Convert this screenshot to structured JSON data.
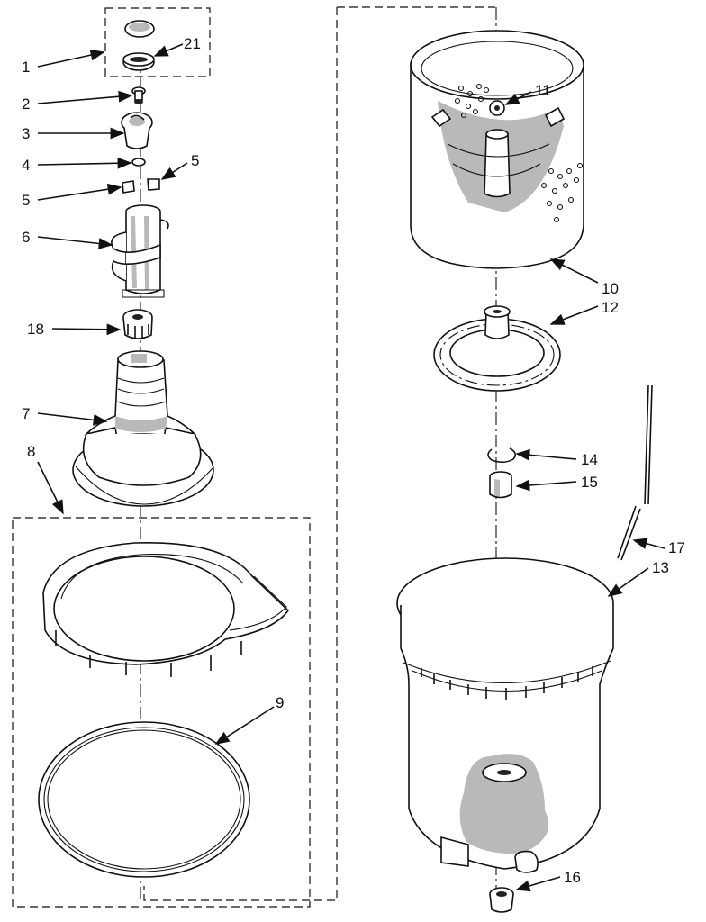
{
  "diagram": {
    "type": "exploded-parts-diagram",
    "callouts": [
      {
        "id": "c1",
        "label": "1"
      },
      {
        "id": "c21",
        "label": "21"
      },
      {
        "id": "c2",
        "label": "2"
      },
      {
        "id": "c3",
        "label": "3"
      },
      {
        "id": "c4",
        "label": "4"
      },
      {
        "id": "c5a",
        "label": "5"
      },
      {
        "id": "c5b",
        "label": "5"
      },
      {
        "id": "c6",
        "label": "6"
      },
      {
        "id": "c18",
        "label": "18"
      },
      {
        "id": "c7",
        "label": "7"
      },
      {
        "id": "c8",
        "label": "8"
      },
      {
        "id": "c9",
        "label": "9"
      },
      {
        "id": "c11",
        "label": "11"
      },
      {
        "id": "c10",
        "label": "10"
      },
      {
        "id": "c12",
        "label": "12"
      },
      {
        "id": "c14",
        "label": "14"
      },
      {
        "id": "c15",
        "label": "15"
      },
      {
        "id": "c17",
        "label": "17"
      },
      {
        "id": "c13",
        "label": "13"
      },
      {
        "id": "c16",
        "label": "16"
      }
    ]
  }
}
